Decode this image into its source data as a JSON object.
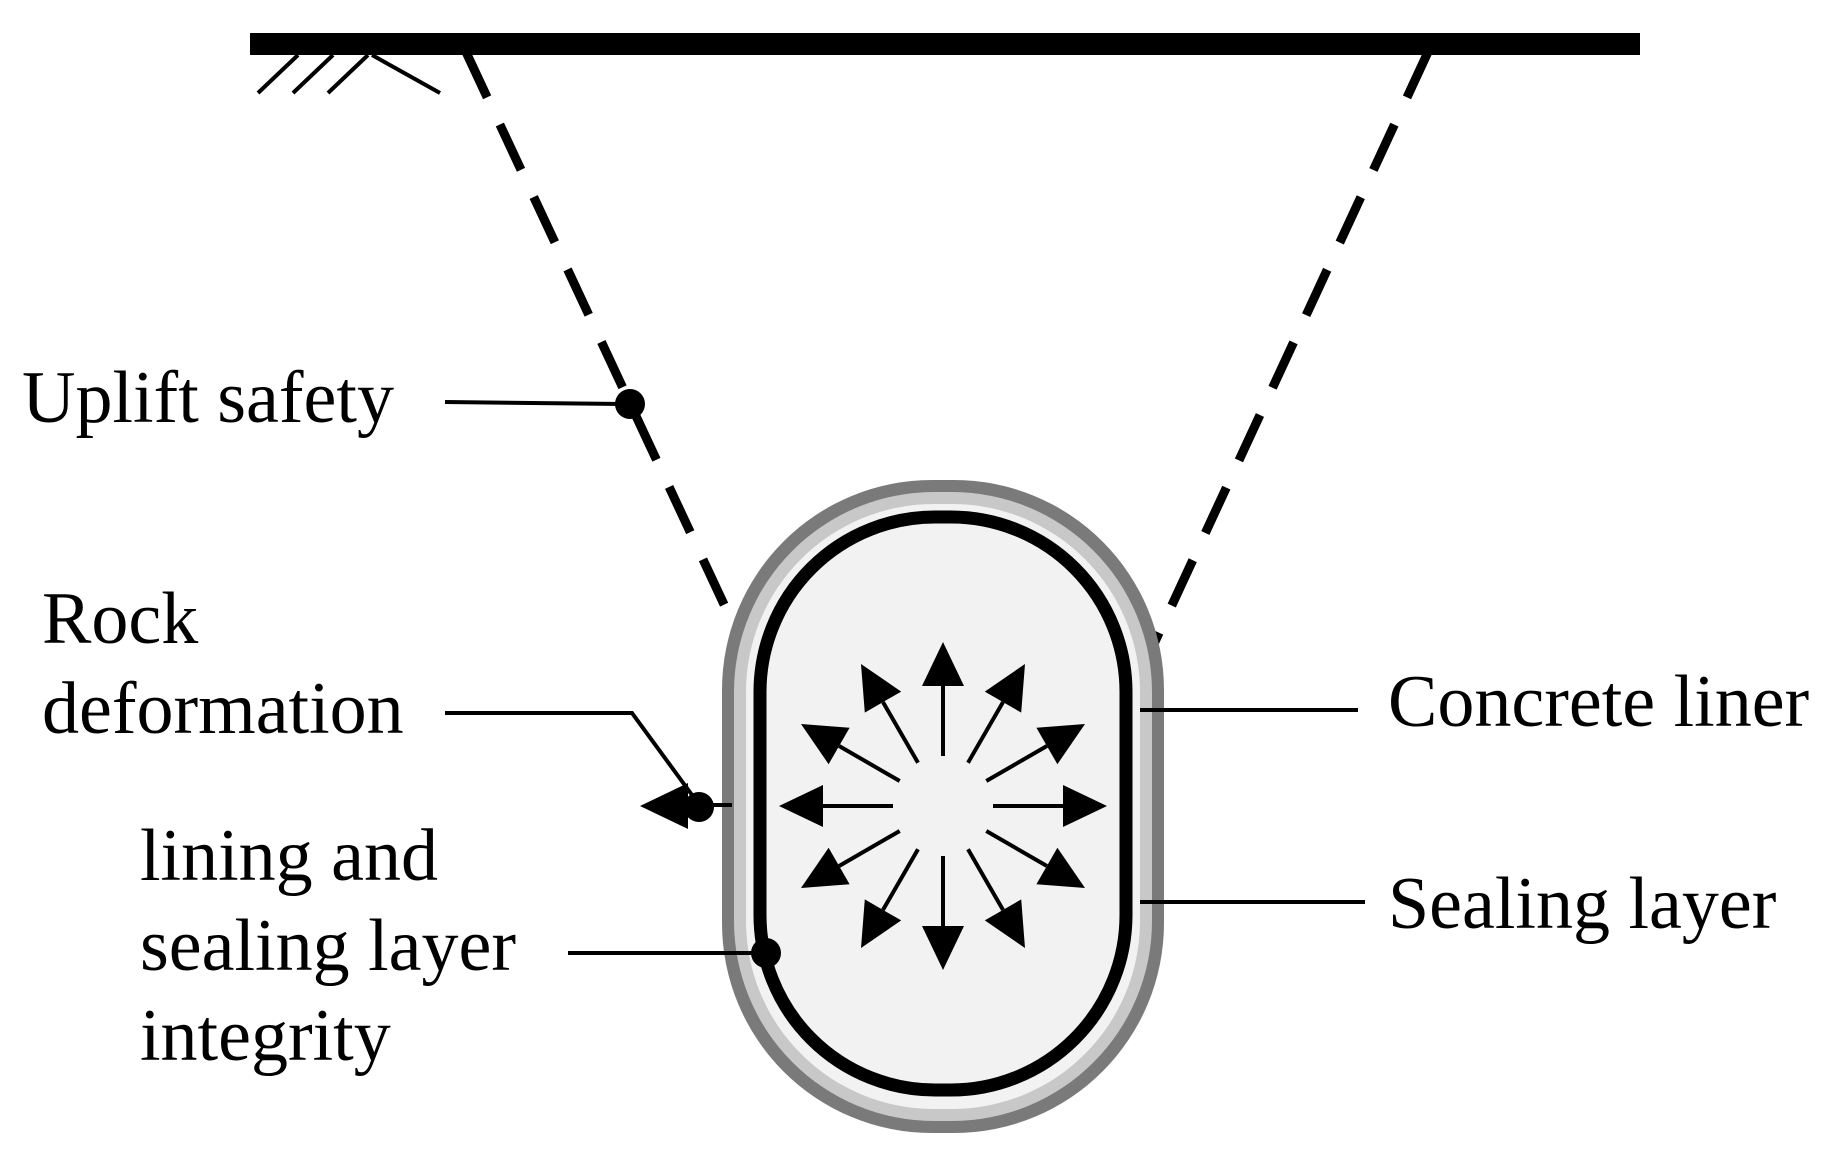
{
  "diagram": {
    "labels": {
      "uplift_safety": "Uplift  safety",
      "rock_line1": "Rock",
      "rock_line2": "deformation",
      "lining_line1": "lining and",
      "lining_line2": "sealing layer",
      "lining_line3": "integrity",
      "concrete_liner": "Concrete liner",
      "sealing_layer": "Sealing layer"
    },
    "colors": {
      "ink": "#000000",
      "sealing_outer": "#7a7a7a",
      "sealing_inner": "#c8c8c8",
      "cavern_fill": "#f2f2f2",
      "background": "#ffffff"
    }
  }
}
